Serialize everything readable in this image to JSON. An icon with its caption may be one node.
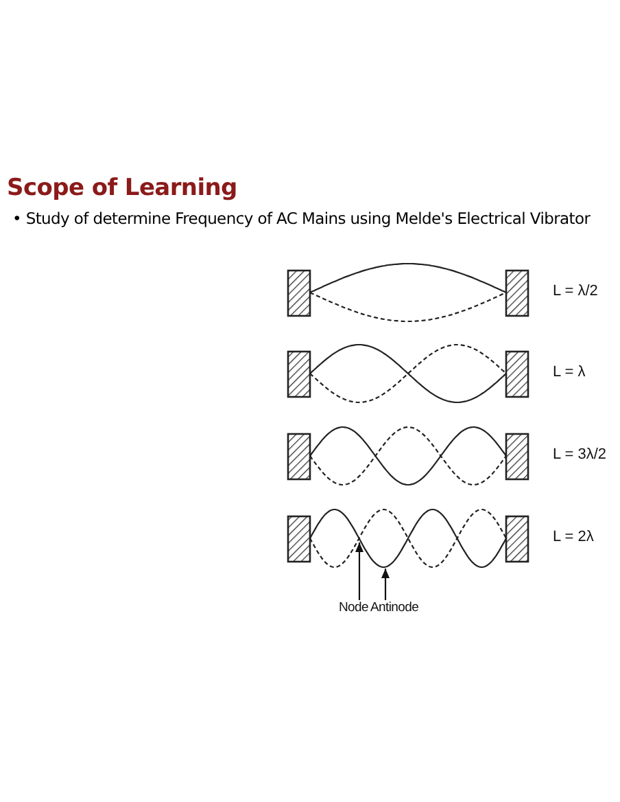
{
  "diagram": {
    "title": "Scope of Learning",
    "nodes": [
      {
        "text": [
          "Node"
        ]
      },
      {
        "text": [
          "Antinode"
        ]
      },
      {
        "text": [],
        "shape": "wave"
      }
    ],
    "edges": [
      {
        "from": 0,
        "to": 2,
        "arrow": "to"
      },
      {
        "from": 1,
        "to": 2,
        "arrow": "to"
      }
    ],
    "labels": [
      "• Study of determine Frequency of AC Mains using Melde's Electrical Vibrator",
      "L = λ/2",
      "L = λ",
      "L = 3λ/2",
      "L = 2λ"
    ]
  }
}
